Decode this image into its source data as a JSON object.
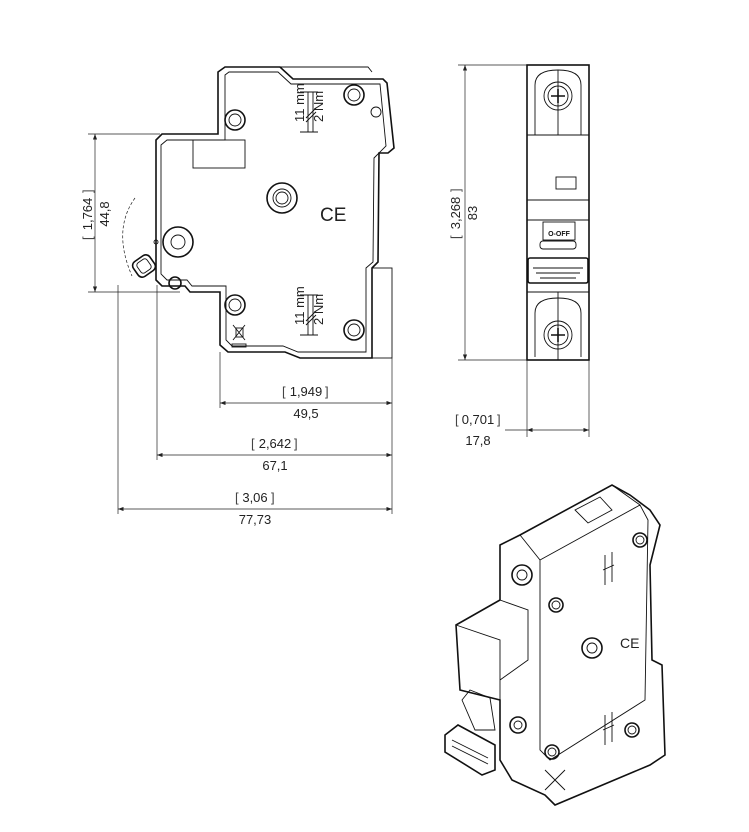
{
  "dimensions": {
    "height_hinge": {
      "inch": "1,764",
      "mm": "44,8"
    },
    "depth_body": {
      "inch": "1,949",
      "mm": "49,5"
    },
    "depth_mid": {
      "inch": "2,642",
      "mm": "67,1"
    },
    "depth_total": {
      "inch": "3,06",
      "mm": "77,73"
    },
    "height_total": {
      "inch": "3,268",
      "mm": "83"
    },
    "width": {
      "inch": "0,701",
      "mm": "17,8"
    }
  },
  "labels": {
    "torque_length": "11 mm",
    "torque": "2 Nm",
    "ce_mark": "CE",
    "switch_label": "O-OFF"
  }
}
